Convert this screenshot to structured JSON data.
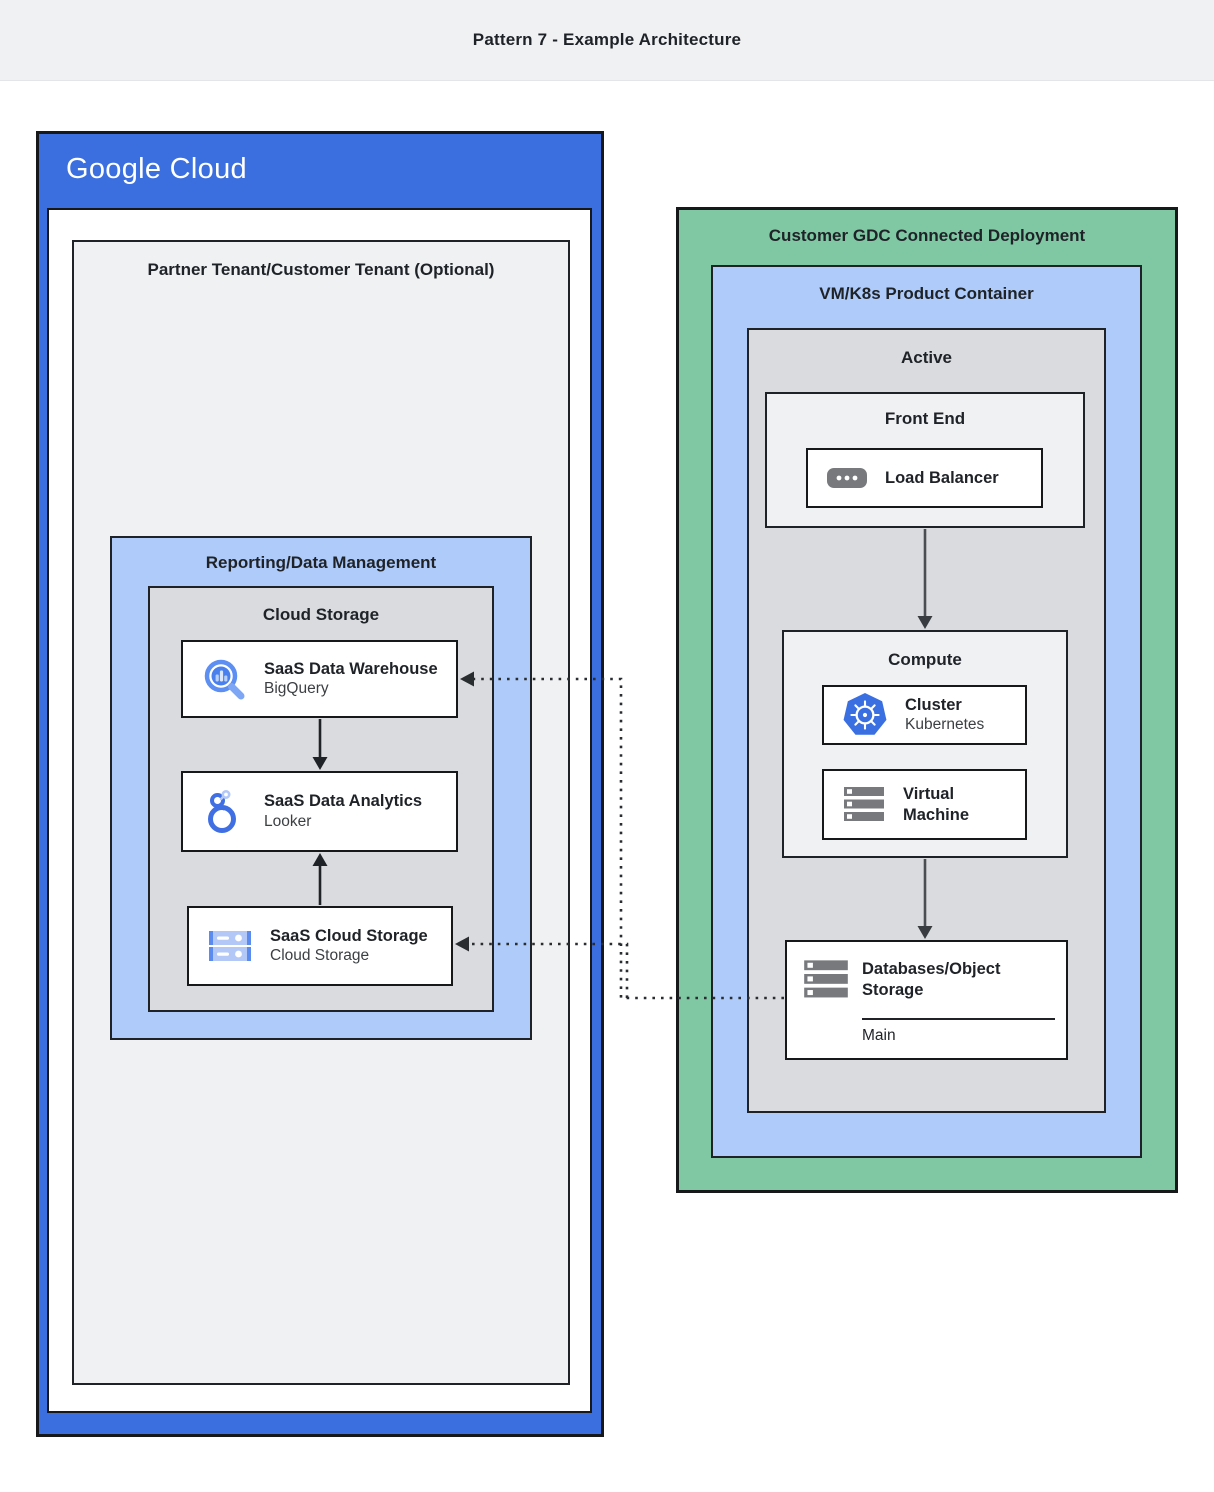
{
  "header": {
    "title": "Pattern 7 - Example Architecture"
  },
  "google_cloud": {
    "logo": "Google Cloud",
    "partner_tenant_label": "Partner Tenant/Customer Tenant (Optional)",
    "reporting_label": "Reporting/Data Management",
    "cloud_storage_group_label": "Cloud Storage",
    "warehouse_card": {
      "title": "SaaS Data Warehouse",
      "subtitle": "BigQuery",
      "icon": "bigquery-icon"
    },
    "analytics_card": {
      "title": "SaaS Data Analytics",
      "subtitle": "Looker",
      "icon": "looker-icon"
    },
    "storage_card": {
      "title": "SaaS Cloud Storage",
      "subtitle": "Cloud Storage",
      "icon": "cloud-storage-icon"
    }
  },
  "gdc": {
    "label": "Customer GDC Connected Deployment",
    "container_label": "VM/K8s Product Container",
    "active_label": "Active",
    "front_end_label": "Front End",
    "load_balancer_card": {
      "title": "Load Balancer",
      "icon": "load-balancer-icon"
    },
    "compute_label": "Compute",
    "cluster_card": {
      "title": "Cluster",
      "subtitle": "Kubernetes",
      "icon": "kubernetes-icon"
    },
    "vm_card": {
      "title": "Virtual Machine",
      "icon": "virtual-machine-icon"
    },
    "database_card": {
      "title": "Databases/Object Storage",
      "footer": "Main",
      "icon": "storage-server-icon"
    }
  },
  "colors": {
    "google_blue": "#3b6fe0",
    "light_blue": "#aecbfa",
    "green": "#7fc8a3",
    "panel_gray": "#d9dbdf",
    "light_gray": "#f0f1f3",
    "outline": "#17181a",
    "icon_gray": "#77797c",
    "icon_blue": "#4a80ee",
    "kubernetes_blue": "#3a6fe2"
  }
}
